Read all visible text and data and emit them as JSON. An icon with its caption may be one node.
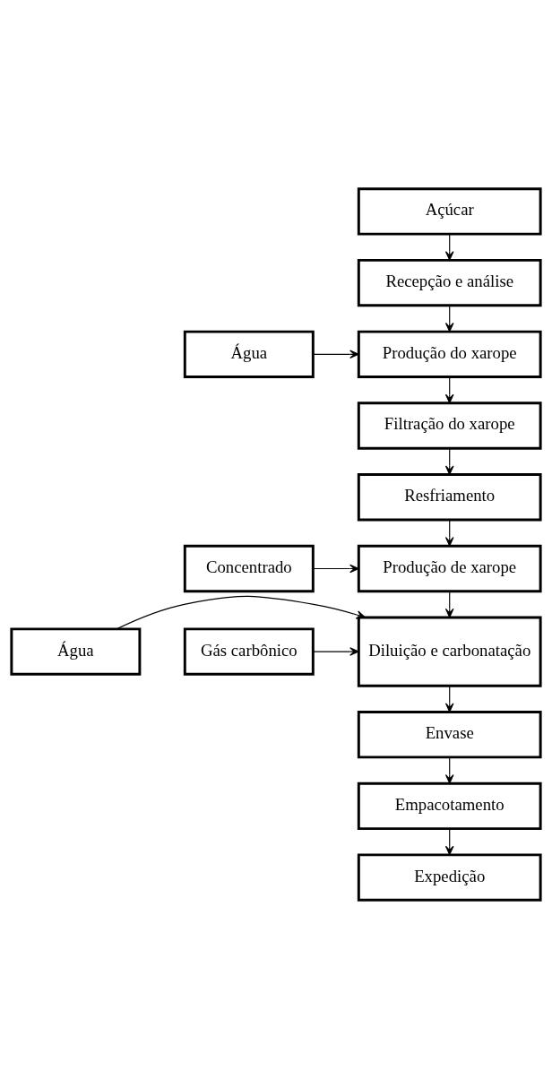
{
  "diagram": {
    "nodes": [
      {
        "text": [
          "Açúcar"
        ]
      },
      {
        "text": [
          "Recepção e análise"
        ]
      },
      {
        "text": [
          "Produção do xarope"
        ]
      },
      {
        "text": [
          "Água"
        ]
      },
      {
        "text": [
          "Filtração do xarope"
        ]
      },
      {
        "text": [
          "Resfriamento"
        ]
      },
      {
        "text": [
          "Produção de xarope"
        ]
      },
      {
        "text": [
          "Concentrado"
        ]
      },
      {
        "text": [
          "Diluição e carbonatação"
        ]
      },
      {
        "text": [
          "Água"
        ]
      },
      {
        "text": [
          "Gás carbônico"
        ]
      },
      {
        "text": [
          "Envase"
        ]
      },
      {
        "text": [
          "Empacotamento"
        ]
      },
      {
        "text": [
          "Expedição"
        ]
      }
    ],
    "edges": [
      {
        "from": 0,
        "to": 1,
        "arrow": "to"
      },
      {
        "from": 1,
        "to": 2,
        "arrow": "to"
      },
      {
        "from": 3,
        "to": 2,
        "arrow": "to"
      },
      {
        "from": 2,
        "to": 4,
        "arrow": "to"
      },
      {
        "from": 4,
        "to": 5,
        "arrow": "to"
      },
      {
        "from": 5,
        "to": 6,
        "arrow": "to"
      },
      {
        "from": 7,
        "to": 6,
        "arrow": "to"
      },
      {
        "from": 6,
        "to": 8,
        "arrow": "to"
      },
      {
        "from": 9,
        "to": 8,
        "arrow": "to"
      },
      {
        "from": 10,
        "to": 8,
        "arrow": "to"
      },
      {
        "from": 8,
        "to": 11,
        "arrow": "to"
      },
      {
        "from": 11,
        "to": 12,
        "arrow": "to"
      },
      {
        "from": 12,
        "to": 13,
        "arrow": "to"
      }
    ]
  }
}
